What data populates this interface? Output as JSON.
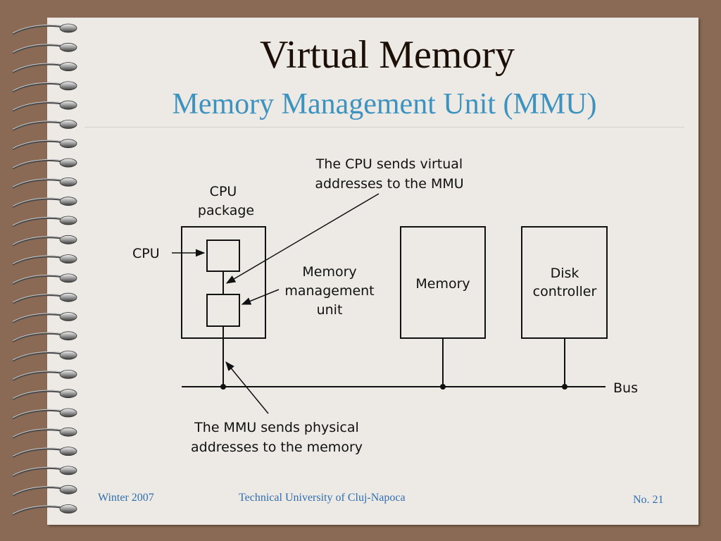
{
  "slide": {
    "title": "Virtual Memory",
    "subtitle": "Memory Management Unit (MMU)"
  },
  "diagram": {
    "cpu_package_label_line1": "CPU",
    "cpu_package_label_line2": "package",
    "cpu_label": "CPU",
    "mmu_label_line1": "Memory",
    "mmu_label_line2": "management",
    "mmu_label_line3": "unit",
    "memory_label": "Memory",
    "disk_label_line1": "Disk",
    "disk_label_line2": "controller",
    "bus_label": "Bus",
    "virtual_note_line1": "The CPU sends virtual",
    "virtual_note_line2": "addresses to the MMU",
    "physical_note_line1": "The MMU sends physical",
    "physical_note_line2": "addresses to the memory"
  },
  "footer": {
    "left": "Winter 2007",
    "center": "Technical University of Cluj-Napoca",
    "right": "No. 21"
  },
  "colors": {
    "background": "#8b6a55",
    "page": "#ede9e4",
    "title": "#1b0f07",
    "subtitle": "#3c93c0",
    "footer": "#2f6fb0"
  }
}
